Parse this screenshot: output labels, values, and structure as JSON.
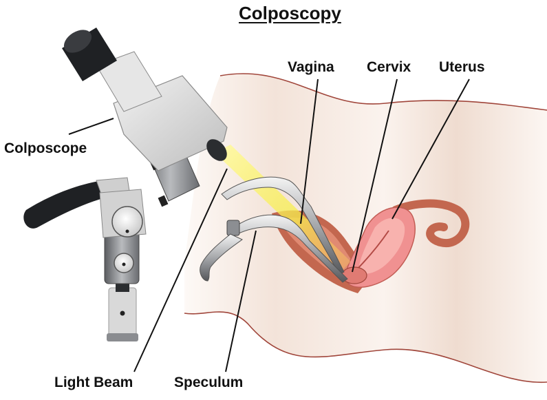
{
  "title": "Colposcopy",
  "labels": {
    "vagina": "Vagina",
    "cervix": "Cervix",
    "uterus": "Uterus",
    "colposcope": "Colposcope",
    "light_beam": "Light Beam",
    "speculum": "Speculum"
  },
  "colors": {
    "skin_light": "#fbf4ef",
    "skin_shade": "#ecd2c4",
    "outline": "#a0453a",
    "tissue_dark": "#c3674f",
    "uterus_pink": "#f09191",
    "uterus_light": "#f8b2ae",
    "beam": "#f6ec4a",
    "metal_light": "#e4e4e4",
    "metal_mid": "#9ea0a3",
    "metal_dark": "#4a4c50",
    "instrument_body": "#d6d6d6",
    "instrument_dark": "#1f2124"
  }
}
